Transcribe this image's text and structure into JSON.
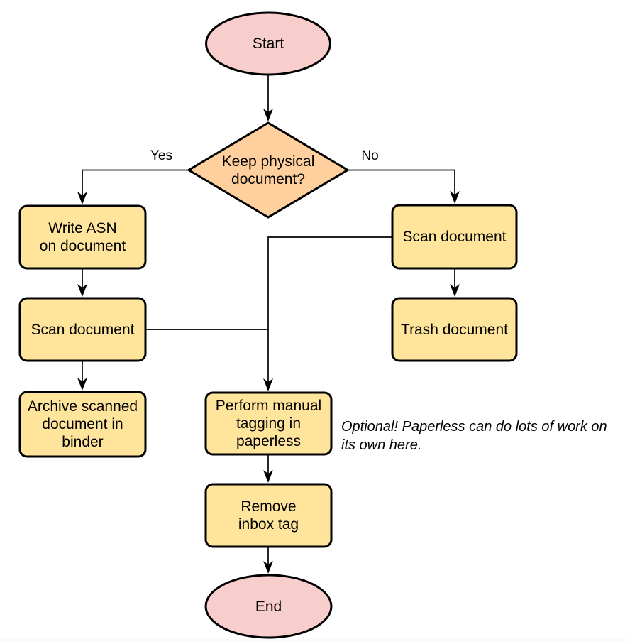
{
  "flowchart": {
    "nodes": {
      "start": {
        "label": "Start",
        "type": "terminator"
      },
      "decision": {
        "label": "Keep physical\ndocument?",
        "type": "decision"
      },
      "write_asn": {
        "label": "Write ASN\non document",
        "type": "process"
      },
      "scan_document_left": {
        "label": "Scan document",
        "type": "process"
      },
      "archive_binder": {
        "label": "Archive scanned\ndocument in\nbinder",
        "type": "process"
      },
      "scan_document_right": {
        "label": "Scan document",
        "type": "process"
      },
      "trash_document": {
        "label": "Trash document",
        "type": "process"
      },
      "manual_tagging": {
        "label": "Perform manual\ntagging in\npaperless",
        "type": "process"
      },
      "remove_inbox_tag": {
        "label": "Remove\ninbox tag",
        "type": "process"
      },
      "end": {
        "label": "End",
        "type": "terminator"
      }
    },
    "edge_labels": {
      "yes": "Yes",
      "no": "No"
    },
    "note": {
      "text": "Optional! Paperless can do lots of work on\nits own here."
    },
    "colors": {
      "terminator_fill": "#f8cecc",
      "decision_fill": "#ffcf9e",
      "process_fill": "#ffe59c",
      "stroke": "#000000",
      "bottom_border": "#e9e9e9"
    }
  }
}
